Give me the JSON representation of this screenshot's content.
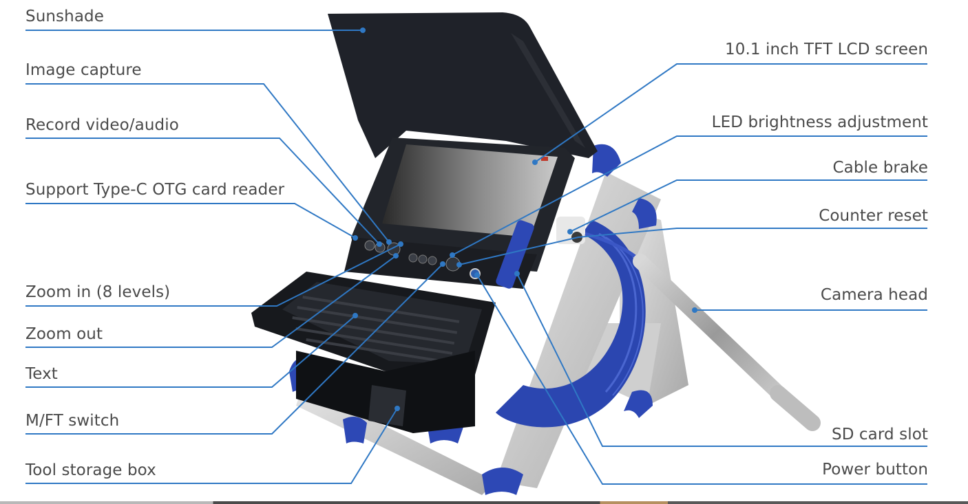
{
  "diagram": {
    "subject": "Pipe inspection camera reel system",
    "line_color": "#2f78c4",
    "label_color": "#4a4a4a",
    "left_labels": [
      {
        "id": "sunshade",
        "text": "Sunshade"
      },
      {
        "id": "image-capture",
        "text": "Image capture"
      },
      {
        "id": "record-video-audio",
        "text": "Record video/audio"
      },
      {
        "id": "type-c-otg",
        "text": "Support Type-C OTG card reader"
      },
      {
        "id": "zoom-in",
        "text": "Zoom in (8 levels)"
      },
      {
        "id": "zoom-out",
        "text": "Zoom out"
      },
      {
        "id": "text",
        "text": "Text"
      },
      {
        "id": "mft-switch",
        "text": "M/FT switch"
      },
      {
        "id": "tool-storage-box",
        "text": "Tool storage box"
      }
    ],
    "right_labels": [
      {
        "id": "lcd-screen",
        "text": "10.1 inch TFT LCD screen"
      },
      {
        "id": "led-brightness",
        "text": "LED brightness adjustment"
      },
      {
        "id": "cable-brake",
        "text": "Cable brake"
      },
      {
        "id": "counter-reset",
        "text": "Counter reset"
      },
      {
        "id": "camera-head",
        "text": "Camera head"
      },
      {
        "id": "sd-card-slot",
        "text": "SD card slot"
      },
      {
        "id": "power-button",
        "text": "Power button"
      }
    ]
  }
}
